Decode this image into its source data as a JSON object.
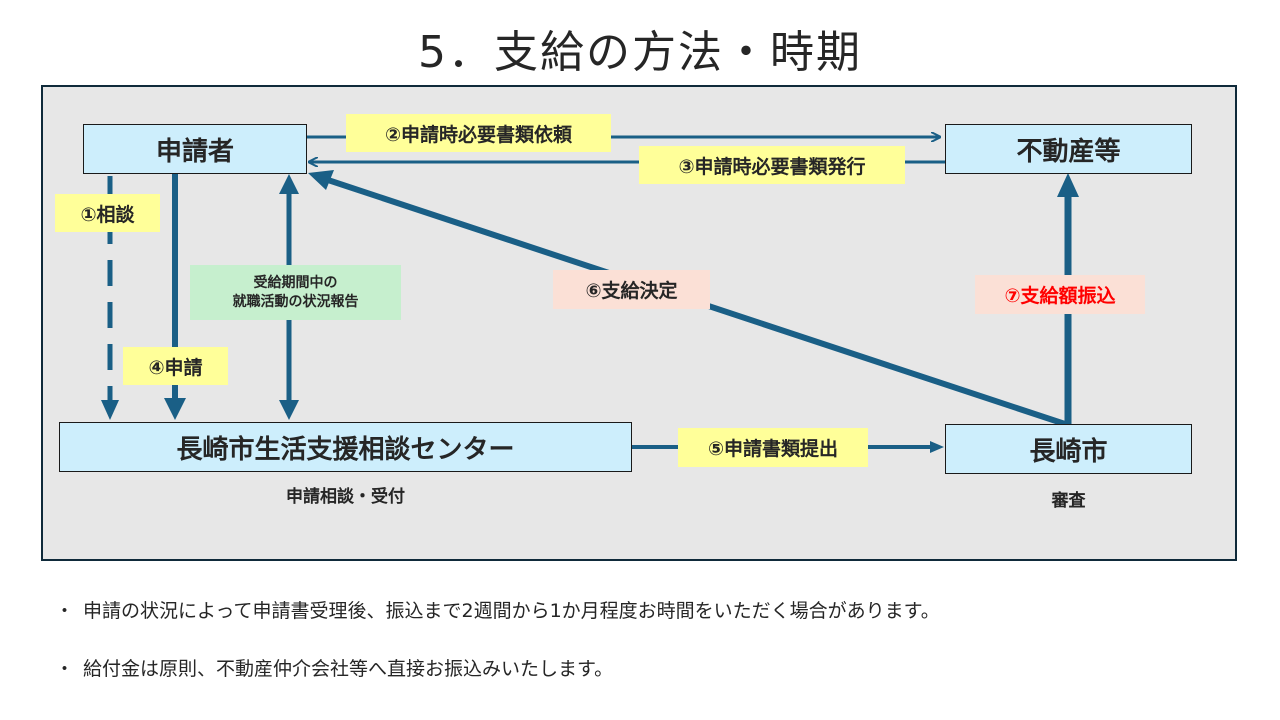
{
  "title": "5．支給の方法・時期",
  "diagram": {
    "nodes": {
      "applicant": "申請者",
      "real_estate": "不動産等",
      "center": "長崎市生活支援相談センター",
      "city": "長崎市"
    },
    "node_captions": {
      "center": "申請相談・受付",
      "city": "審査"
    },
    "steps": {
      "s1": "①相談",
      "s2": "②申請時必要書類依頼",
      "s3": "③申請時必要書類発行",
      "s4": "④申請",
      "s5": "⑤申請書類提出",
      "s6": "⑥支給決定",
      "s7": "⑦支給額振込",
      "report_line1": "受給期間中の",
      "report_line2": "就職活動の状況報告"
    },
    "colors": {
      "arrow": "#1a5f86",
      "node_fill": "#cdeefc",
      "label_yellow": "#ffff99",
      "label_pink": "#fbe0d6",
      "label_green": "#c6efce",
      "highlight_red": "#ff0000"
    }
  },
  "notes": [
    "申請の状況によって申請書受理後、振込まで2週間から1か月程度お時間をいただく場合があります。",
    "給付金は原則、不動産仲介会社等へ直接お振込みいたします。"
  ],
  "bullet": "・"
}
